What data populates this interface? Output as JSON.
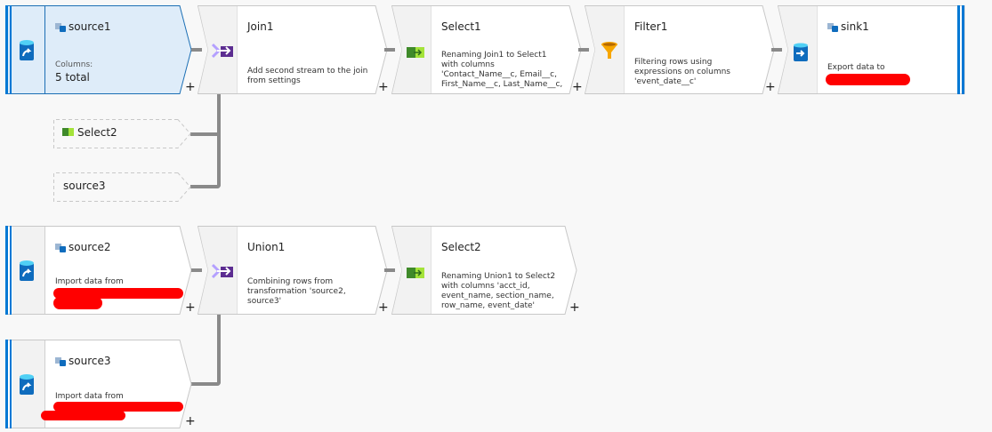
{
  "colors": {
    "accent": "#0078d4",
    "selected_bg": "#deecf9",
    "connector": "#8a8a8a",
    "redaction": "#ff0000"
  },
  "flows": [
    {
      "nodes": [
        {
          "id": "source1",
          "title": "source1",
          "type": "source",
          "icon": "source-cylinder-icon",
          "label": "Columns:",
          "value": "5 total",
          "selected": true
        },
        {
          "id": "join1",
          "title": "Join1",
          "type": "join",
          "icon": "join-icon",
          "desc": "Add second stream to the join from settings"
        },
        {
          "id": "select1",
          "title": "Select1",
          "type": "select",
          "icon": "select-icon",
          "desc": "Renaming Join1 to Select1 with columns 'Contact_Name__c, Email__c, First_Name__c, Last_Name__c,"
        },
        {
          "id": "filter1",
          "title": "Filter1",
          "type": "filter",
          "icon": "filter-funnel-icon",
          "desc": "Filtering rows using expressions on columns 'event_date__c'"
        },
        {
          "id": "sink1",
          "title": "sink1",
          "type": "sink",
          "icon": "sink-cylinder-icon",
          "desc": "Export data to"
        }
      ],
      "join_inputs": [
        {
          "label": "Select2",
          "icon": "select-icon"
        },
        {
          "label": "source3"
        }
      ]
    },
    {
      "nodes": [
        {
          "id": "source2",
          "title": "source2",
          "type": "source",
          "icon": "source-cylinder-icon",
          "desc": "Import data from"
        },
        {
          "id": "union1",
          "title": "Union1",
          "type": "union",
          "icon": "union-icon",
          "desc": "Combining rows from transformation 'source2, source3'"
        },
        {
          "id": "select2",
          "title": "Select2",
          "type": "select",
          "icon": "select-icon",
          "desc": "Renaming Union1 to Select2 with columns 'acct_id, event_name, section_name, row_name, event_date'"
        }
      ]
    },
    {
      "nodes": [
        {
          "id": "source3",
          "title": "source3",
          "type": "source",
          "icon": "source-cylinder-icon",
          "desc": "Import data from"
        }
      ]
    }
  ],
  "plus_label": "+"
}
